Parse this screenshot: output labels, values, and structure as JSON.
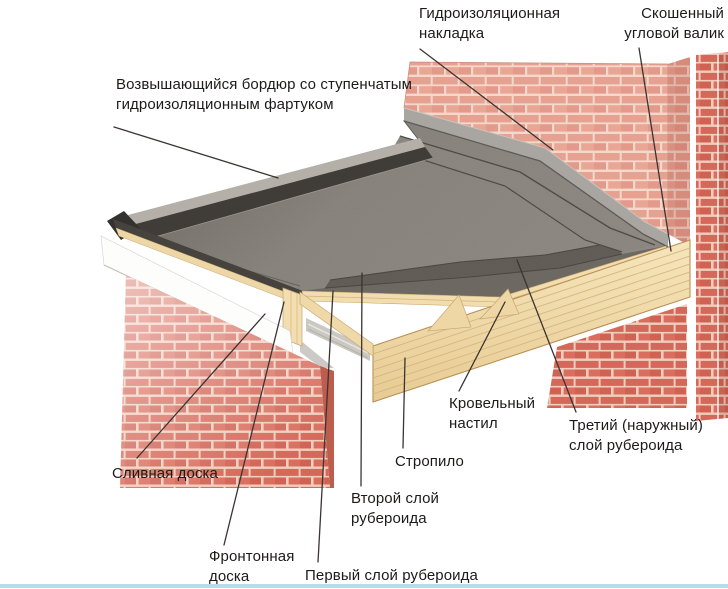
{
  "diagram": {
    "type": "flat-roof-construction-cutaway",
    "palette": {
      "background": "#ffffff",
      "brick_light": "#e7a191",
      "brick_light_mortar": "#f3d9cc",
      "brick_red": "#d5685a",
      "brick_red_mortar": "#f2cdbd",
      "felt_dark": "#46433f",
      "felt_field": "#8a867f",
      "flashing_gray": "#a9a5a0",
      "wood": "#f1ddae",
      "wood_grain": "#c9a671",
      "fascia_white": "#fdfdfc",
      "leader_line": "#3b3431",
      "label_text": "#1d1b1a",
      "bottom_rule": "#badbe9"
    }
  },
  "labels": {
    "hydro_pad": {
      "text": "Гидроизоляционная\nнакладка"
    },
    "corner_fillet": {
      "text": "Скошенный\nугловой валик"
    },
    "raised_border": {
      "text": "Возвышающийся бордюр со ступенчатым\nгидроизоляционным фартуком"
    },
    "drip_board": {
      "text": "Сливная доска"
    },
    "gable_board": {
      "text": "Фронтонная\nдоска"
    },
    "felt_layer_1": {
      "text": "Первый слой рубероида"
    },
    "felt_layer_2": {
      "text": "Второй слой\nрубероида"
    },
    "rafter": {
      "text": "Стропило"
    },
    "roof_deck": {
      "text": "Кровельный\nнастил"
    },
    "felt_layer_3": {
      "text": "Третий (наружный)\nслой рубероида"
    }
  }
}
